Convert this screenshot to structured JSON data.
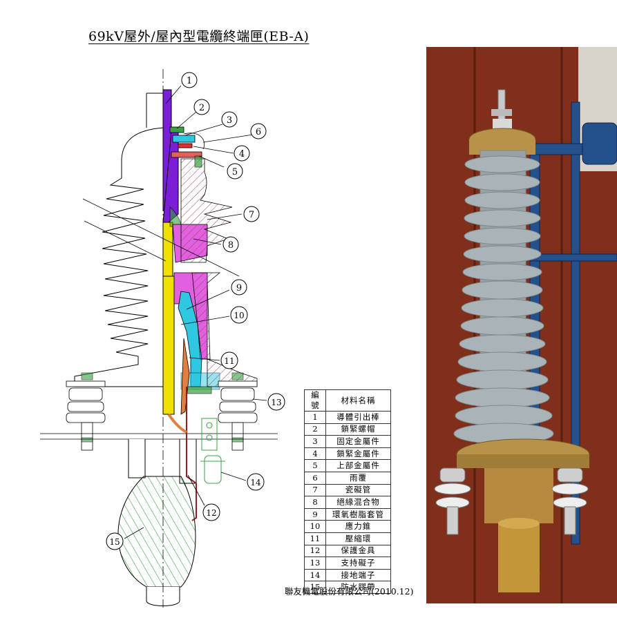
{
  "title": "69kV屋外/屋內型電纜終端匣(EB-A)",
  "company": "聯友機電股份有限公司(2010.12)",
  "legend": {
    "header_no": "編號",
    "header_name": "材料名稱",
    "rows": [
      {
        "no": "1",
        "name": "導體引出棒"
      },
      {
        "no": "2",
        "name": "鎖緊螺帽"
      },
      {
        "no": "3",
        "name": "固定金屬件"
      },
      {
        "no": "4",
        "name": "鎖緊金屬件"
      },
      {
        "no": "5",
        "name": "上部金屬件"
      },
      {
        "no": "6",
        "name": "雨覆"
      },
      {
        "no": "7",
        "name": "瓷礙管"
      },
      {
        "no": "8",
        "name": "絕緣混合物"
      },
      {
        "no": "9",
        "name": "環氧樹脂套管"
      },
      {
        "no": "10",
        "name": "應力錐"
      },
      {
        "no": "11",
        "name": "壓縮環"
      },
      {
        "no": "12",
        "name": "保護金具"
      },
      {
        "no": "13",
        "name": "支持礙子"
      },
      {
        "no": "14",
        "name": "接地端子"
      },
      {
        "no": "15",
        "name": "防水膠帶"
      }
    ]
  },
  "callouts": [
    "1",
    "2",
    "3",
    "4",
    "5",
    "6",
    "7",
    "8",
    "9",
    "10",
    "11",
    "12",
    "13",
    "14",
    "15"
  ],
  "colors": {
    "conductor": "#7a1fd6",
    "compound": "#e060e0",
    "epoxy": "#30c8e0",
    "stress_cone": "#f0e000",
    "hatch": "#a04060",
    "tape": "#3aa040",
    "photo_wall": "#8a3520",
    "porcelain": "#a9b4b8",
    "brass": "#b89248",
    "frame": "#24508c"
  }
}
